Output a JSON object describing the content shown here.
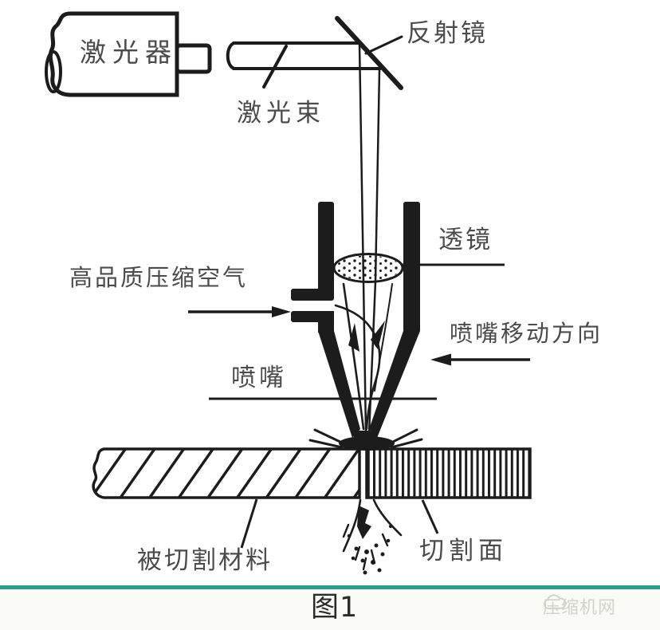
{
  "diagram": {
    "type": "laser-cutting-schematic",
    "labels": {
      "laser": "激光器",
      "mirror": "反射镜",
      "beam": "激光束",
      "lens": "透镜",
      "compressed_air": "高品质压缩空气",
      "nozzle_direction": "喷嘴移动方向",
      "nozzle": "喷嘴",
      "material": "被切割材料",
      "cut_surface": "切割面"
    },
    "caption": "图1",
    "watermark": "压缩机网",
    "colors": {
      "line": "#1c1c1c",
      "label_text": "#4b4b4b",
      "divider_teal": "#2d9d8e",
      "watermark_gray": "#d3d3cd",
      "background": "#ffffff",
      "footer_background": "#fafaf7"
    }
  }
}
